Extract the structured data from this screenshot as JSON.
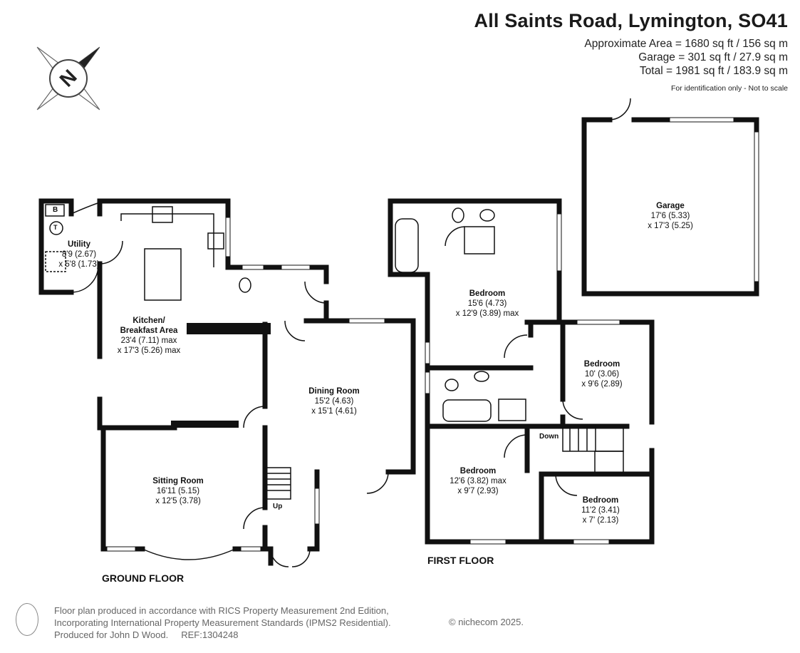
{
  "header": {
    "title": "All Saints Road, Lymington, SO41",
    "approx_area": "Approximate Area = 1680 sq ft / 156 sq m",
    "garage_area": "Garage = 301 sq ft / 27.9 sq m",
    "total_area": "Total = 1981 sq ft / 183.9 sq m",
    "disclaimer": "For identification only - Not to scale"
  },
  "compass": {
    "icon": "north-compass-icon",
    "letter": "N"
  },
  "rooms": {
    "garage": {
      "name": "Garage",
      "dim1": "17'6 (5.33)",
      "dim2": "x 17'3 (5.25)"
    },
    "utility": {
      "name": "Utility",
      "dim1": "8'9 (2.67)",
      "dim2": "x 5'8 (1.73)"
    },
    "kitchen": {
      "name": "Kitchen/",
      "name2": "Breakfast Area",
      "dim1": "23'4 (7.11) max",
      "dim2": "x 17'3 (5.26) max"
    },
    "dining": {
      "name": "Dining Room",
      "dim1": "15'2 (4.63)",
      "dim2": "x 15'1 (4.61)"
    },
    "sitting": {
      "name": "Sitting Room",
      "dim1": "16'11 (5.15)",
      "dim2": "x 12'5 (3.78)"
    },
    "bed1": {
      "name": "Bedroom",
      "dim1": "15'6 (4.73)",
      "dim2": "x 12'9 (3.89) max"
    },
    "bed2": {
      "name": "Bedroom",
      "dim1": "10' (3.06)",
      "dim2": "x 9'6 (2.89)"
    },
    "bed3": {
      "name": "Bedroom",
      "dim1": "12'6 (3.82) max",
      "dim2": "x 9'7 (2.93)"
    },
    "bed4": {
      "name": "Bedroom",
      "dim1": "11'2 (3.41)",
      "dim2": "x 7' (2.13)"
    }
  },
  "markers": {
    "up": "Up",
    "down": "Down",
    "boiler": "B",
    "tank": "T"
  },
  "floors": {
    "ground": "GROUND FLOOR",
    "first": "FIRST FLOOR"
  },
  "footer": {
    "line1": "Floor plan produced in accordance with RICS Property Measurement 2nd Edition,",
    "line2": "Incorporating International Property Measurement Standards (IPMS2 Residential).",
    "line3": "Produced for John D Wood.     REF:1304248",
    "copyright": "© nichecom 2025.",
    "icon": "person-icon"
  }
}
